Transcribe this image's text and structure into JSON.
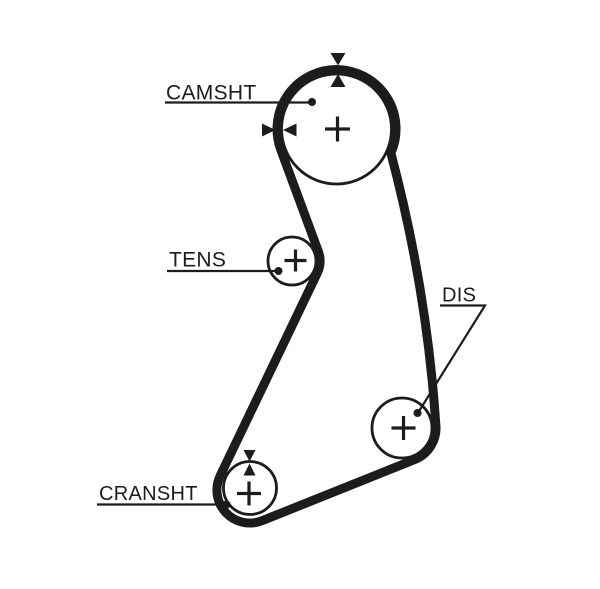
{
  "diagram": {
    "type": "timing-belt-routing-diagram",
    "background_color": "#ffffff",
    "line_color": "#1c1c1c",
    "labels": {
      "camshaft": "CAMSHT",
      "tensioner": "TENS",
      "distributor": "DIS",
      "crankshaft": "CRANSHT"
    },
    "pulleys": [
      {
        "id": "camshaft",
        "label": "CAMSHT",
        "mark": "plus-center"
      },
      {
        "id": "tensioner",
        "label": "TENS",
        "mark": "plus-center"
      },
      {
        "id": "distributor",
        "label": "DIS",
        "mark": "plus-center"
      },
      {
        "id": "crankshaft",
        "label": "CRANSHT",
        "mark": "plus-center"
      }
    ],
    "alignment_marks": [
      {
        "id": "camshaft-top",
        "icon": "arrows-vertical-pair"
      },
      {
        "id": "camshaft-left",
        "icon": "arrows-horizontal-pair"
      },
      {
        "id": "crankshaft-top",
        "icon": "arrows-vertical-pair"
      }
    ]
  }
}
